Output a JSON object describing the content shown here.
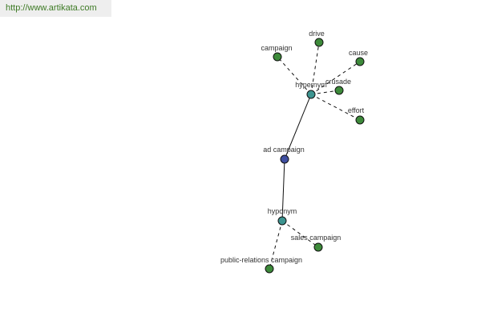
{
  "header": {
    "url": "http://www.artikata.com"
  },
  "graph": {
    "colors": {
      "center": "#3f4fa0",
      "relation": "#3d9490",
      "leaf": "#3d8a3a"
    },
    "nodes": [
      {
        "id": "ad-campaign",
        "label": "ad campaign",
        "kind": "center"
      },
      {
        "id": "hypernym",
        "label": "hypernym",
        "kind": "relation"
      },
      {
        "id": "hyponym",
        "label": "hyponym",
        "kind": "relation"
      },
      {
        "id": "campaign",
        "label": "campaign",
        "kind": "leaf"
      },
      {
        "id": "drive",
        "label": "drive",
        "kind": "leaf"
      },
      {
        "id": "cause",
        "label": "cause",
        "kind": "leaf"
      },
      {
        "id": "crusade",
        "label": "crusade",
        "kind": "leaf"
      },
      {
        "id": "effort",
        "label": "effort",
        "kind": "leaf"
      },
      {
        "id": "sales-campaign",
        "label": "sales campaign",
        "kind": "leaf"
      },
      {
        "id": "public-relations-campaign",
        "label": "public-relations campaign",
        "kind": "leaf"
      }
    ],
    "edges": [
      {
        "from": "ad-campaign",
        "to": "hypernym",
        "style": "solid"
      },
      {
        "from": "ad-campaign",
        "to": "hyponym",
        "style": "solid"
      },
      {
        "from": "hypernym",
        "to": "campaign",
        "style": "dashed"
      },
      {
        "from": "hypernym",
        "to": "drive",
        "style": "dashed"
      },
      {
        "from": "hypernym",
        "to": "cause",
        "style": "dashed"
      },
      {
        "from": "hypernym",
        "to": "crusade",
        "style": "dashed"
      },
      {
        "from": "hypernym",
        "to": "effort",
        "style": "dashed"
      },
      {
        "from": "hyponym",
        "to": "sales-campaign",
        "style": "dashed"
      },
      {
        "from": "hyponym",
        "to": "public-relations-campaign",
        "style": "dashed"
      }
    ]
  }
}
